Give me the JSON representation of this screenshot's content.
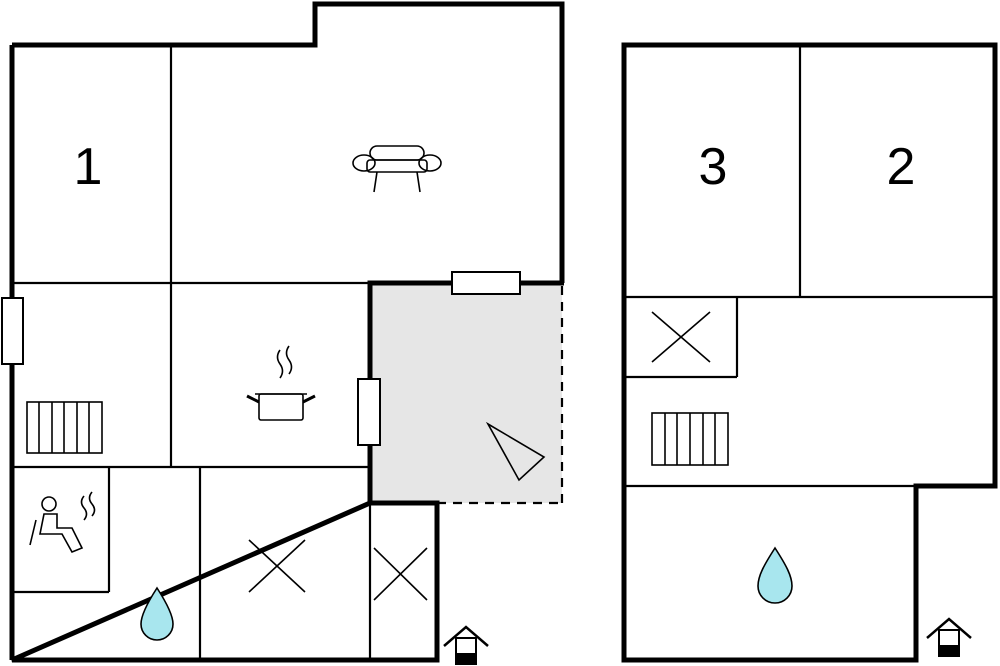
{
  "floors": [
    {
      "name": "",
      "rooms": [
        {
          "type": "bedroom",
          "label": "1"
        },
        {
          "type": "living-room",
          "icon": "sofa-icon"
        },
        {
          "type": "hallway",
          "icon": "stairs-icon"
        },
        {
          "type": "kitchen",
          "icon": "cooking-pot-icon"
        },
        {
          "type": "terrace",
          "icon": "terrace-icon"
        },
        {
          "type": "sauna",
          "icon": "sauna-icon"
        },
        {
          "type": "bathroom",
          "icon": "water-drop-icon"
        },
        {
          "type": "storage",
          "icon": "storage-cross-icon"
        },
        {
          "type": "storage",
          "icon": "storage-cross-icon"
        }
      ],
      "entrance_icon": "entrance-house-icon"
    },
    {
      "name": "",
      "rooms": [
        {
          "type": "bedroom",
          "label": "3"
        },
        {
          "type": "bedroom",
          "label": "2"
        },
        {
          "type": "storage",
          "icon": "storage-cross-icon"
        },
        {
          "type": "hallway",
          "icon": "stairs-icon"
        },
        {
          "type": "bathroom",
          "icon": "water-drop-icon"
        }
      ],
      "entrance_icon": "entrance-house-icon"
    }
  ],
  "colors": {
    "wall": "#000000",
    "terrace_fill": "#e6e6e6",
    "water_drop": "#a8e6ee",
    "background": "#ffffff"
  }
}
